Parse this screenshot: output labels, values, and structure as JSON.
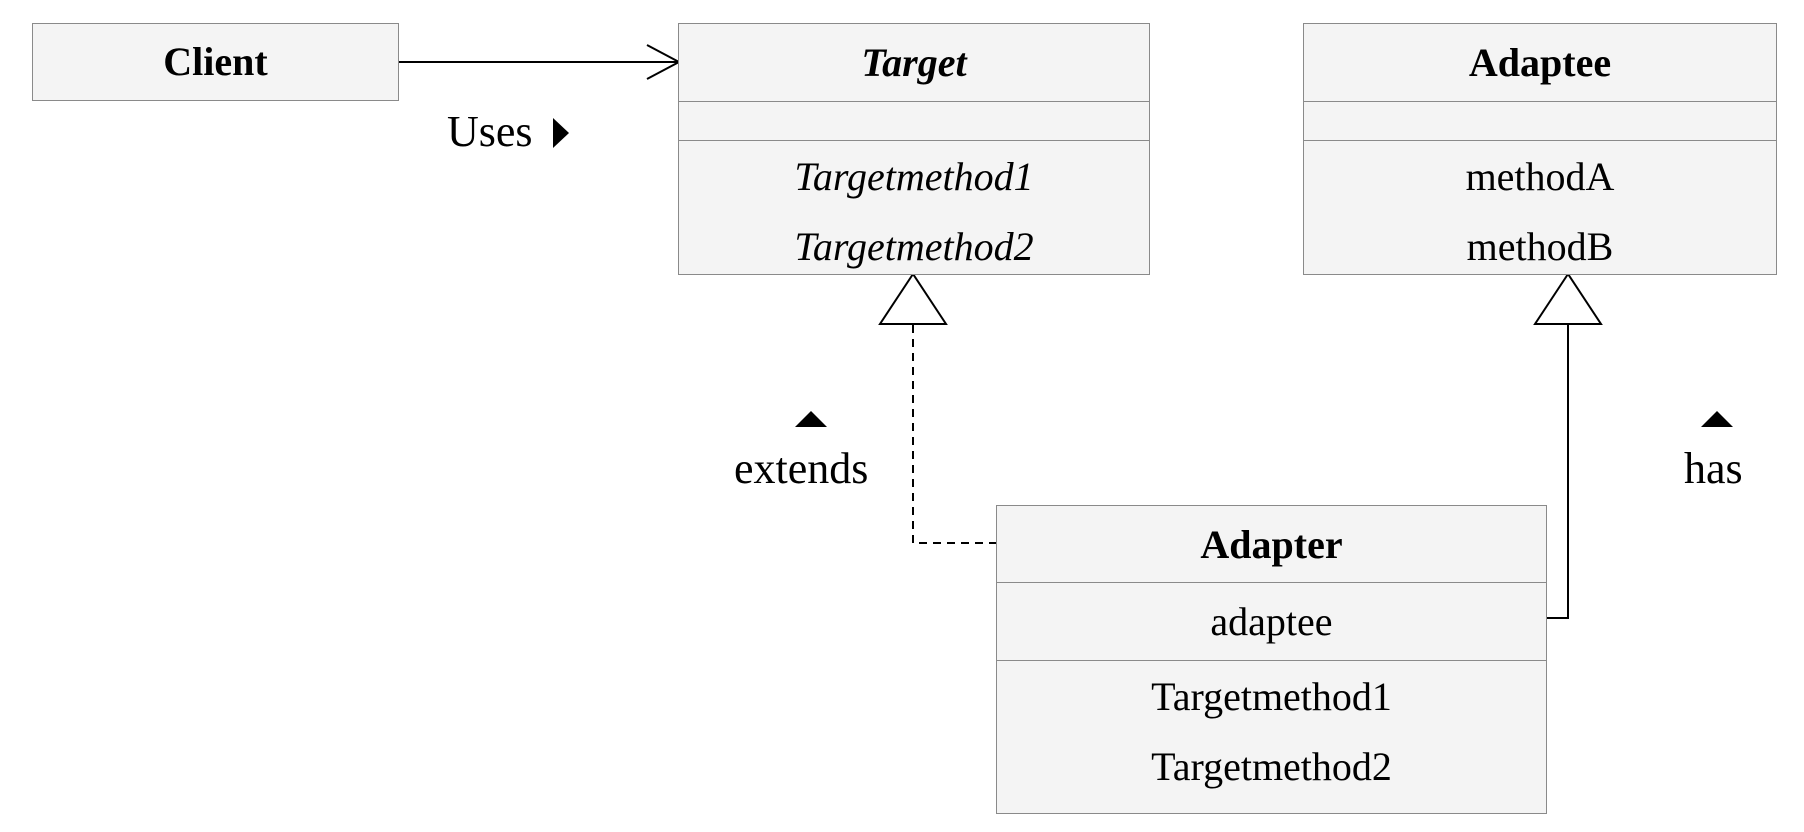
{
  "classes": {
    "client": {
      "name": "Client"
    },
    "target": {
      "name": "Target",
      "methods": [
        "Targetmethod1",
        "Targetmethod2"
      ]
    },
    "adaptee": {
      "name": "Adaptee",
      "methods": [
        "methodA",
        "methodB"
      ]
    },
    "adapter": {
      "name": "Adapter",
      "attributes": [
        "adaptee"
      ],
      "methods": [
        "Targetmethod1",
        "Targetmethod2"
      ]
    }
  },
  "relations": {
    "uses": "Uses",
    "extends": "extends",
    "has": "has"
  }
}
